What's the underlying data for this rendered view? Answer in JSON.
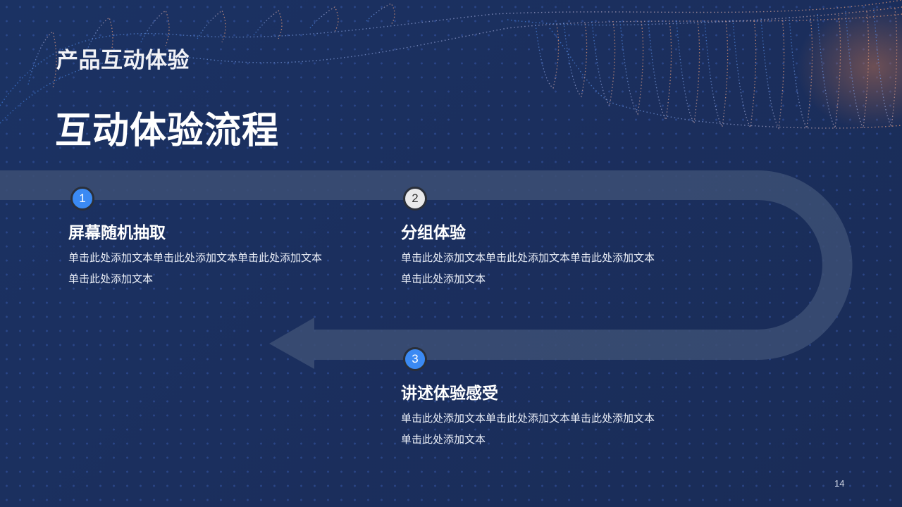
{
  "slide": {
    "subtitle": "产品互动体验",
    "title": "互动体验流程",
    "page_number": "14"
  },
  "steps": [
    {
      "number": "1",
      "title": "屏幕随机抽取",
      "description": "单击此处添加文本单击此处添加文本单击此处添加文本单击此处添加文本",
      "badge_color": "#3b8af3"
    },
    {
      "number": "2",
      "title": "分组体验",
      "description": "单击此处添加文本单击此处添加文本单击此处添加文本单击此处添加文本",
      "badge_color": "#e9e9ea"
    },
    {
      "number": "3",
      "title": "讲述体验感受",
      "description": "单击此处添加文本单击此处添加文本单击此处添加文本单击此处添加文本",
      "badge_color": "#3b8af3"
    }
  ],
  "colors": {
    "background": "#1b2f5e",
    "flow_arrow": "#3c4f74",
    "accent_blue": "#3b8af3"
  }
}
